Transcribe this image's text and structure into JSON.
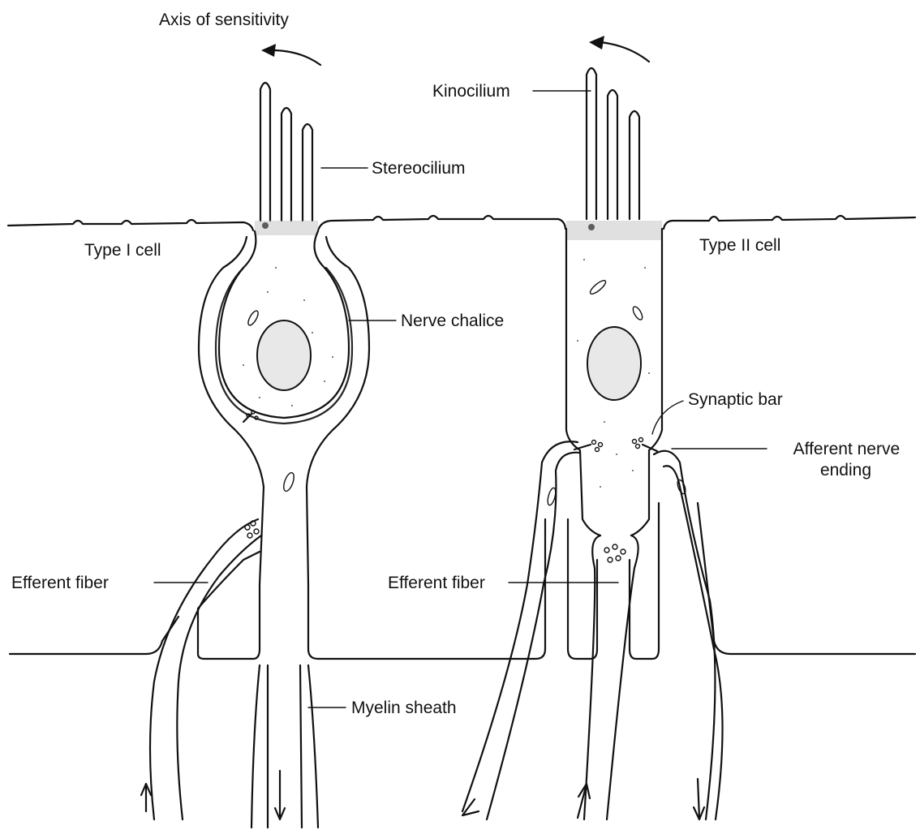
{
  "figure": {
    "labels": {
      "axis_of_sensitivity": "Axis of sensitivity",
      "stereocilium": "Stereocilium",
      "kinocilium": "Kinocilium",
      "type_i_cell": "Type I cell",
      "type_ii_cell": "Type II cell",
      "nerve_chalice": "Nerve chalice",
      "synaptic_bar": "Synaptic bar",
      "afferent_nerve_ending_line1": "Afferent nerve",
      "afferent_nerve_ending_line2": "ending",
      "efferent_fiber_left": "Efferent fiber",
      "efferent_fiber_right": "Efferent fiber",
      "myelin_sheath": "Myelin sheath"
    },
    "colors": {
      "ink": "#111111",
      "background": "#ffffff",
      "stipple": "#555555"
    }
  }
}
